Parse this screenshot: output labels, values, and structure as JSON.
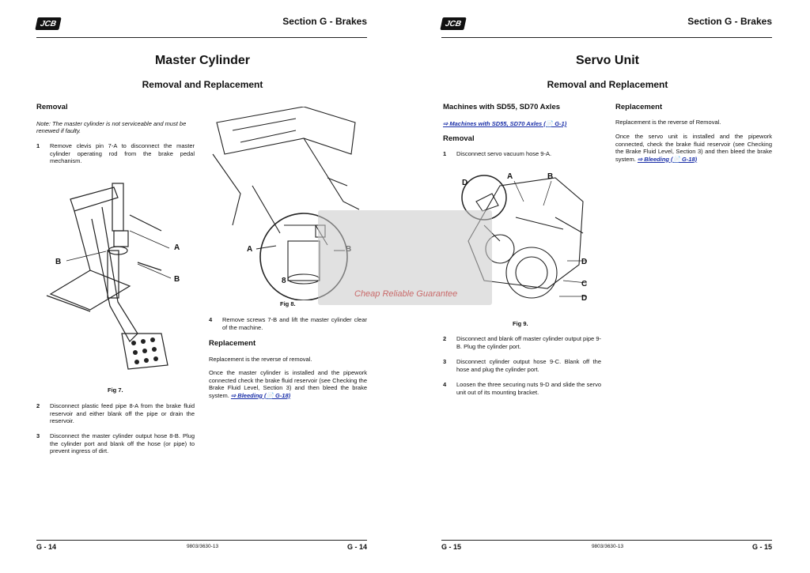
{
  "left": {
    "logo": "JCB",
    "section": "Section G - Brakes",
    "title": "Master Cylinder",
    "subtitle": "Removal and Replacement",
    "removal_heading": "Removal",
    "note": "Note: The master cylinder is not serviceable and must be renewed if faulty.",
    "steps_col1": [
      {
        "num": "1",
        "text": "Remove clevis pin 7-A to disconnect the master cylinder operating rod from the brake pedal mechanism."
      },
      {
        "num": "2",
        "text": "Disconnect plastic feed pipe 8-A from the brake fluid reservoir and either blank off the pipe or drain the reservoir."
      },
      {
        "num": "3",
        "text": "Disconnect the master cylinder output hose 8-B. Plug the cylinder port and blank off the hose (or pipe) to prevent ingress of dirt."
      }
    ],
    "fig7_caption": "Fig 7.",
    "fig7_labels": [
      "A",
      "B",
      "B"
    ],
    "fig8_caption": "Fig 8.",
    "fig8_labels": [
      "A",
      "B",
      "8"
    ],
    "step4": {
      "num": "4",
      "text": "Remove screws 7-B and lift the master cylinder clear of the machine."
    },
    "replacement_heading": "Replacement",
    "replacement_p1": "Replacement is the reverse of removal.",
    "replacement_p2": "Once the master cylinder is installed and the pipework connected check the brake fluid reservoir (see Checking the Brake Fluid Level, Section 3) and then bleed the brake system.",
    "replacement_link": "⇨ Bleeding (📄 G-18)",
    "footer_left": "G - 14",
    "footer_center": "9803/3630-13",
    "footer_right": "G - 14"
  },
  "right": {
    "logo": "JCB",
    "section": "Section G - Brakes",
    "title": "Servo Unit",
    "subtitle": "Removal and Replacement",
    "machines_heading": "Machines with SD55, SD70 Axles",
    "machines_link": "⇨ Machines with SD55, SD70 Axles (📄 G-1)",
    "removal_heading": "Removal",
    "step1": {
      "num": "1",
      "text": "Disconnect servo vacuum hose 9-A."
    },
    "fig9_caption": "Fig 9.",
    "fig9_labels": [
      "D",
      "A",
      "B",
      "D",
      "C",
      "D"
    ],
    "steps": [
      {
        "num": "2",
        "text": "Disconnect and blank off master cylinder output pipe 9-B. Plug the cylinder port."
      },
      {
        "num": "3",
        "text": "Disconnect cylinder output hose 9-C. Blank off the hose and plug the cylinder port."
      },
      {
        "num": "4",
        "text": "Loosen the three securing nuts 9-D and slide the servo unit out of its mounting bracket."
      }
    ],
    "replacement_heading": "Replacement",
    "replacement_p1": "Replacement is the reverse of Removal.",
    "replacement_p2": "Once the servo unit is installed and the pipework connected, check the brake fluid reservoir (see Checking the Brake Fluid Level, Section 3) and then bleed the brake system.",
    "replacement_link": "⇨ Bleeding (📄 G-18)",
    "footer_left": "G - 15",
    "footer_center": "9803/3630-13",
    "footer_right": "G - 15"
  },
  "watermark": "Cheap Reliable Guarantee"
}
